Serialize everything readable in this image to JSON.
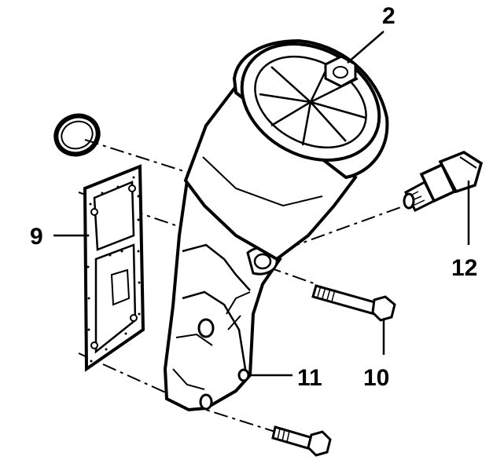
{
  "callouts": {
    "c2": "2",
    "c9": "9",
    "c10": "10",
    "c11": "11",
    "c12": "12"
  },
  "colors": {
    "ink": "#000000",
    "paper": "#ffffff"
  },
  "icons": [
    "oil-filter-housing-icon",
    "o-ring-icon",
    "gasket-icon",
    "bolt-icon",
    "pressure-switch-icon"
  ]
}
